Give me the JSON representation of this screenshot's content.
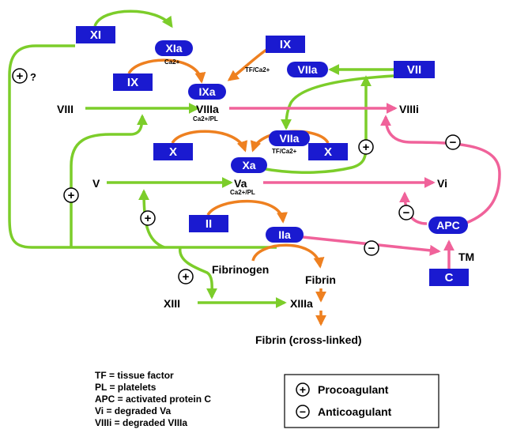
{
  "colors": {
    "procoagulant_path": "#7ccd2a",
    "cascade_arrow": "#ee8020",
    "anticoagulant_path": "#f0629a",
    "box_fill": "#1a1ad0",
    "text": "#000000"
  },
  "factors": {
    "xi": "XI",
    "xia": "XIa",
    "ix_left": "IX",
    "ixa": "IXa",
    "ix_top": "IX",
    "viia_top": "VIIa",
    "vii": "VII",
    "viii": "VIII",
    "viiia": "VIIIa",
    "viiii": "VIIIi",
    "x_left": "X",
    "viia_mid": "VIIa",
    "x_right": "X",
    "xa": "Xa",
    "v": "V",
    "va": "Va",
    "vi": "Vi",
    "ii": "II",
    "iia": "IIa",
    "apc": "APC",
    "tm": "TM",
    "c": "C",
    "fibrinogen": "Fibrinogen",
    "fibrin": "Fibrin",
    "xiii": "XIII",
    "xiiia": "XIIIa",
    "fibrin_cross": "Fibrin (cross-linked)"
  },
  "cofactors": {
    "ca_xia": "Ca2+",
    "tf_ca_top": "TF/Ca2+",
    "ca_pl_viiia": "Ca2+/PL",
    "tf_ca_mid": "TF/Ca2+",
    "ca_pl_va": "Ca2+/PL"
  },
  "marks": {
    "question": "?",
    "plus": "+",
    "minus": "−"
  },
  "legend_definitions": [
    "TF = tissue factor",
    "PL = platelets",
    "APC = activated protein C",
    "Vi = degraded Va",
    "VIIIi = degraded VIIIa"
  ],
  "legend_key": {
    "procoagulant": "Procoagulant",
    "anticoagulant": "Anticoagulant"
  }
}
